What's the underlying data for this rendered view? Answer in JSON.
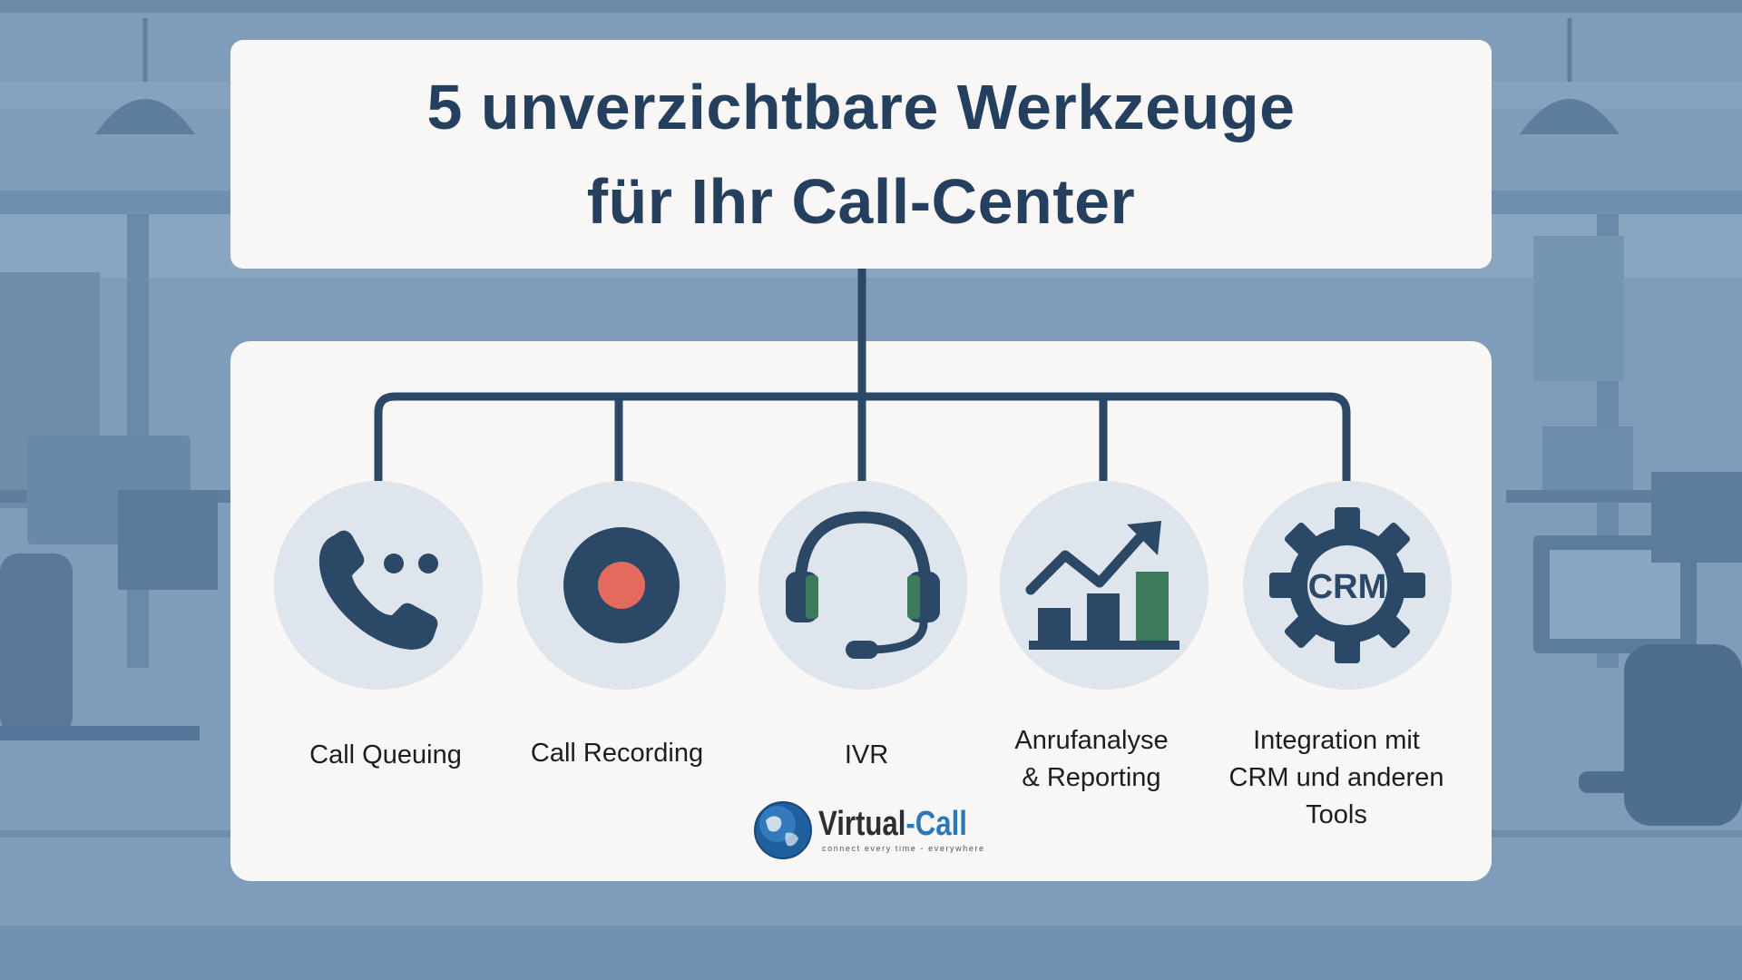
{
  "title": {
    "line1": "5 unverzichtbare Werkzeuge",
    "line2": "für Ihr Call-Center"
  },
  "tools": [
    {
      "label": "Call Queuing",
      "icon": "phone-icon"
    },
    {
      "label": "Call Recording",
      "icon": "record-icon"
    },
    {
      "label": "IVR",
      "icon": "headset-icon"
    },
    {
      "label_lines": [
        "Anrufanalyse",
        "& Reporting"
      ],
      "icon": "chart-icon"
    },
    {
      "label_lines": [
        "Integration mit",
        "CRM und anderen",
        "Tools"
      ],
      "icon": "crm-gear-icon",
      "icon_text": "CRM"
    }
  ],
  "brand": {
    "name_part1": "Virtual",
    "name_part2": "-Call",
    "tagline": "connect every time - everywhere"
  },
  "colors": {
    "navy": "#24405e",
    "connector": "#2b4866",
    "icon_bg": "#dfe5ec",
    "record_dot": "#e36a5c",
    "accent_green": "#3c7a5e",
    "background": "#7d9ab8"
  }
}
